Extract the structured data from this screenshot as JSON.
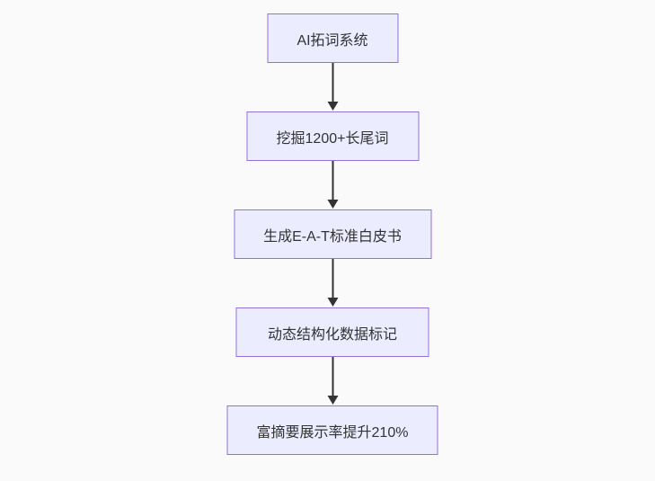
{
  "diagram": {
    "type": "flowchart",
    "direction": "top-down",
    "colors": {
      "background": "#fafafa",
      "node_fill": "#ECECFF",
      "node_border": "#9370DB",
      "node_text": "#333333",
      "arrow": "#333333"
    },
    "nodes": [
      {
        "label": "AI拓词系统"
      },
      {
        "label": "挖掘1200+长尾词"
      },
      {
        "label": "生成E-A-T标准白皮书"
      },
      {
        "label": "动态结构化数据标记"
      },
      {
        "label": "富摘要展示率提升210%"
      }
    ],
    "edges": [
      {
        "from": 0,
        "to": 1
      },
      {
        "from": 1,
        "to": 2
      },
      {
        "from": 2,
        "to": 3
      },
      {
        "from": 3,
        "to": 4
      }
    ]
  }
}
